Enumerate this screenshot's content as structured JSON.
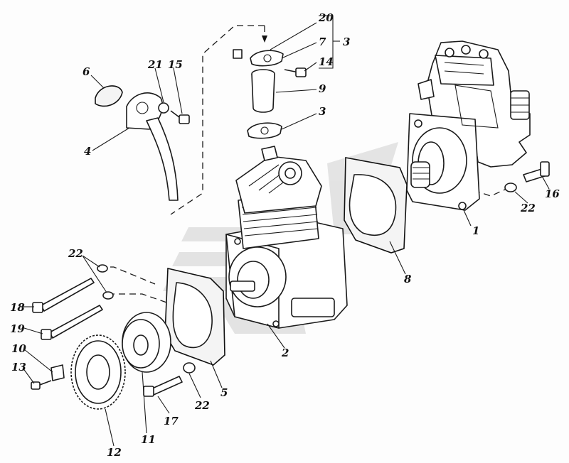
{
  "callouts": {
    "c1": "1",
    "c2": "2",
    "c3_top": "3",
    "c3": "3",
    "c4": "4",
    "c5": "5",
    "c6": "6",
    "c7": "7",
    "c8": "8",
    "c9": "9",
    "c10": "10",
    "c11": "11",
    "c12": "12",
    "c13": "13",
    "c14": "14",
    "c15": "15",
    "c16": "16",
    "c17": "17",
    "c18": "18",
    "c19": "19",
    "c20": "20",
    "c21": "21",
    "c22_top": "22",
    "c22_right": "22",
    "c22_bottom": "22"
  },
  "colors": {
    "ink": "#1a1a1a",
    "watermark": "#c9c9c9",
    "paper": "#fdfdfd"
  }
}
